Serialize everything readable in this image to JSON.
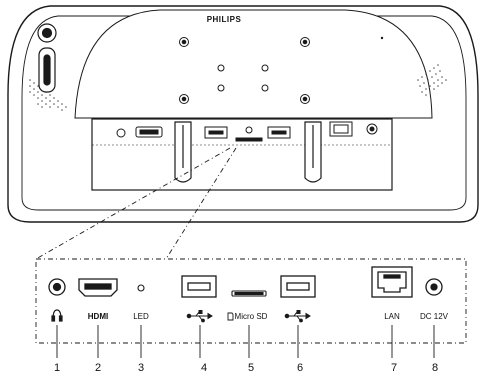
{
  "brand": "PHILIPS",
  "ports": [
    {
      "number": "1",
      "label": "",
      "icon": "headphone-icon"
    },
    {
      "number": "2",
      "label": "HDMI",
      "icon": "hdmi-port-icon"
    },
    {
      "number": "3",
      "label": "LED",
      "icon": "led-icon"
    },
    {
      "number": "4",
      "label": "",
      "icon": "usb-icon"
    },
    {
      "number": "5",
      "label": "Micro SD",
      "icon": "micro-sd-slot-icon"
    },
    {
      "number": "6",
      "label": "",
      "icon": "usb-icon"
    },
    {
      "number": "7",
      "label": "LAN",
      "icon": "lan-port-icon"
    },
    {
      "number": "8",
      "label": "DC 12V",
      "icon": "dc-power-icon"
    }
  ],
  "colors": {
    "stroke": "#1a1a1a",
    "device_fill": "#ffffff",
    "panel_fill": "#ffffff",
    "speaker_dots": "#555555"
  }
}
